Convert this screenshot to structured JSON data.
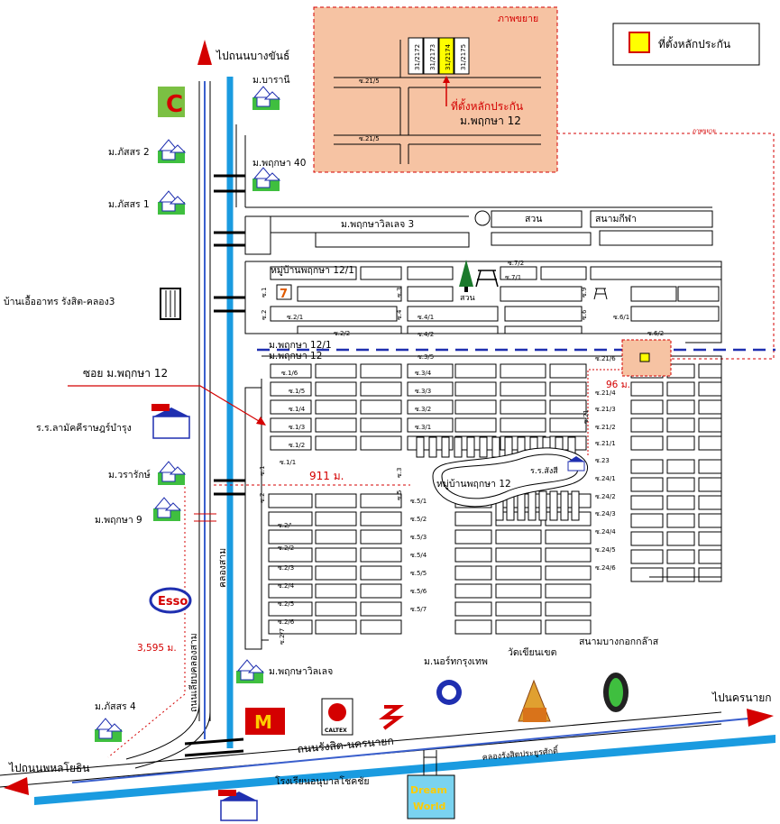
{
  "legend": {
    "label": "ที่ตั้งหลักประกัน",
    "swatch_fill": "#ffff00",
    "swatch_border": "#d40000"
  },
  "inset": {
    "title": "ภาพขยาย",
    "plots": [
      "31/2172",
      "31/2173",
      "31/2174",
      "31/2175"
    ],
    "soi_top": "ซ.21/5",
    "soi_bottom": "ซ.21/5",
    "marker_label": "ที่ตั้งหลักประกัน",
    "village": "ม.พฤกษา 12",
    "background": "#f6c3a3",
    "border": "#d40000",
    "small_link_label": "ภาพขยาย"
  },
  "arrows": {
    "north": "ไปถนนบางขันธ์",
    "west": "ไปถนนพหลโยธิน",
    "east": "ไปนครนายก"
  },
  "roads": {
    "rangsit_nakhonnayok": "ถนนรังสิต-นครนายก",
    "canal_rangsit": "คลองรังสิตประยูรศักดิ์",
    "canal3": "คลองสาม",
    "canal3_road": "ถนนเลียบคลองสาม",
    "soi_label": "ซอย ม.พฤกษา 12",
    "villa3": "ม.พฤกษาวิลเลจ 3",
    "dist_911": "911 ม.",
    "dist_96": "96 ม.",
    "dist_3595": "3,595 ม."
  },
  "places": {
    "baranee": "ม.บารานี",
    "pattasorn2": "ม.ภัสสร 2",
    "pattasorn1": "ม.ภัสสร 1",
    "pruksa40": "ม.พฤกษา 40",
    "market": "บ้านเอื้ออาทร รังสิต-คลอง3",
    "school_lamad": "ร.ร.ลามัคคีราษฎร์บำรุง",
    "warasak": "ม.วรารักษ์",
    "pruksa9": "ม.พฤกษา 9",
    "pruksa_village": "ม.พฤกษาวิลเลจ",
    "pattasorn4": "ม.ภัสสร 4",
    "school_bottom": "โรงเรียนอนุบาลโชคชัย",
    "north_bangkok_univ": "ม.นอร์ทกรุงเทพ",
    "wat": "วัดเขียนเขต",
    "golf": "สนามบางกอกกล๊าส",
    "park": "สวน",
    "sports": "สนามกีฬา",
    "park2": "สวน",
    "village_12_1": "หมู่บ้านพฤกษา 12/1",
    "village_12": "หมู่บ้านพฤกษา 12",
    "m12_1": "ม.พฤกษา 12/1",
    "m12": "ม.พฤกษา 12",
    "school_inner": "ร.ร.สังสี"
  },
  "brands": {
    "mcdonalds": "McDonald's",
    "caltex": "CALTEX",
    "suzuki": "SUZUKI",
    "esso": "Esso",
    "dreamworld": "Dream World",
    "seven": "7"
  },
  "soi": {
    "s7_2": "ซ.7/2",
    "s7_1": "ซ.7/1",
    "s3": "ซ.3",
    "s1": "ซ.1",
    "s2": "ซ.2",
    "s2_1": "ซ.2/1",
    "s2_2": "ซ.2/2",
    "s4": "ซ.4",
    "s4_1": "ซ.4/1",
    "s4_2": "ซ.4/2",
    "s6": "ซ.6",
    "s6_1": "ซ.6/1",
    "s6_2": "ซ.6/2",
    "s9": "ซ.9",
    "s3_5": "ซ.3/5",
    "s3_4": "ซ.3/4",
    "s3_3": "ซ.3/3",
    "s3_2": "ซ.3/2",
    "s3_1": "ซ.3/1",
    "s1_6": "ซ.1/6",
    "s1_5": "ซ.1/5",
    "s1_4": "ซ.1/4",
    "s1_3": "ซ.1/3",
    "s1_2": "ซ.1/2",
    "s1_1": "ซ.1/1",
    "s21_6": "ซ.21/6",
    "s21_4": "ซ.21/4",
    "s21_3": "ซ.21/3",
    "s21_2": "ซ.21/2",
    "s21_1": "ซ.21/1",
    "s21": "ซ.21",
    "s23": "ซ.23",
    "s24_1": "ซ.24/1",
    "s24_2": "ซ.24/2",
    "s24_3": "ซ.24/3",
    "s24_4": "ซ.24/4",
    "s24_5": "ซ.24/5",
    "s24_6": "ซ.24/6",
    "s5": "ซ.5",
    "s5_1": "ซ.5/1",
    "s5_2": "ซ.5/2",
    "s5_3": "ซ.5/3",
    "s5_4": "ซ.5/4",
    "s5_5": "ซ.5/5",
    "s5_6": "ซ.5/6",
    "s5_7": "ซ.5/7",
    "s2_p": "ซ.2/'",
    "s2_2b": "ซ.2/2",
    "s2_3": "ซ.2/3",
    "s2_4": "ซ.2/4",
    "s2_5": "ซ.2/5",
    "s2_6": "ซ.2/6",
    "s2_7": "ซ.2/7",
    "s2b": "ซ.2",
    "s1b": "ซ.1",
    "s3b": "ซ.3"
  },
  "colors": {
    "canal": "#1a9be0",
    "arrow": "#3a5fcd",
    "arrow_head": "#d40000",
    "red": "#d40000",
    "dash_blue": "#1f2fb0",
    "highlight": "#f6c3a3"
  }
}
